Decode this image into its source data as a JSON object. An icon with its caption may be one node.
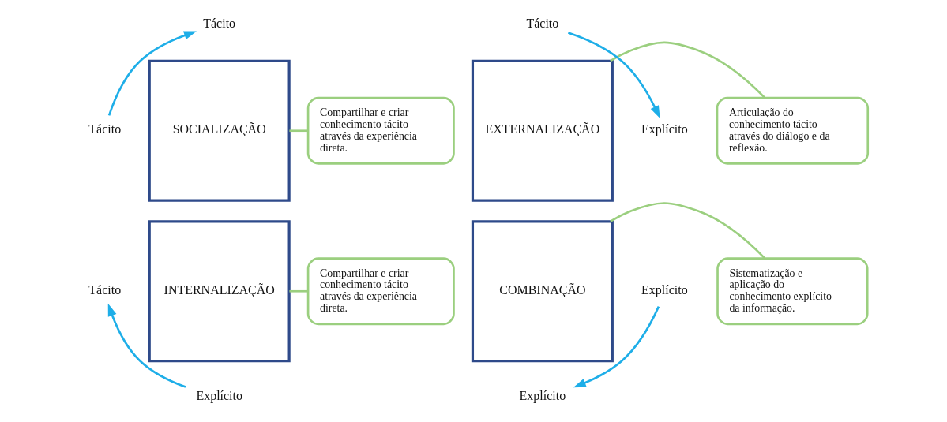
{
  "diagram": {
    "nodes": [
      {
        "text": [
          "SOCIALIZAÇÃO"
        ]
      },
      {
        "text": [
          "EXTERNALIZAÇÃO"
        ]
      },
      {
        "text": [
          "INTERNALIZAÇÃO"
        ]
      },
      {
        "text": [
          "COMBINAÇÃO"
        ]
      },
      {
        "text": [
          "Compartilhar e criar conhecimento tácito através da experiência direta."
        ]
      },
      {
        "text": [
          "Articulação do conhecimento tácito através do diálogo e da reflexão."
        ]
      },
      {
        "text": [
          "Compartilhar e criar conhecimento tácito através da experiência direta."
        ]
      },
      {
        "text": [
          "Sistematização e aplicação do conhecimento explícito da informação."
        ]
      },
      {
        "text": [
          "Tácito"
        ]
      },
      {
        "text": [
          "Tácito"
        ]
      },
      {
        "text": [
          "Tácito"
        ]
      },
      {
        "text": [
          "Explícito"
        ]
      },
      {
        "text": [
          "Explícito"
        ]
      },
      {
        "text": [
          "Explícito"
        ]
      },
      {
        "text": [
          "Explícito"
        ]
      },
      {
        "text": [
          "Tácito"
        ]
      }
    ],
    "edges": [
      {
        "from": 8,
        "to": 9,
        "arrow": "to",
        "color": "#1eaee8"
      },
      {
        "from": 10,
        "to": 11,
        "arrow": "to",
        "color": "#1eaee8"
      },
      {
        "from": 12,
        "to": 13,
        "arrow": "to",
        "color": "#1eaee8"
      },
      {
        "from": 14,
        "to": 15,
        "arrow": "to",
        "color": "#1eaee8"
      },
      {
        "from": 4,
        "to": 0,
        "arrow": "none",
        "color": "#9bcf7f"
      },
      {
        "from": 5,
        "to": 1,
        "arrow": "none",
        "color": "#9bcf7f"
      },
      {
        "from": 6,
        "to": 2,
        "arrow": "none",
        "color": "#9bcf7f"
      },
      {
        "from": 7,
        "to": 3,
        "arrow": "none",
        "color": "#9bcf7f"
      }
    ]
  }
}
